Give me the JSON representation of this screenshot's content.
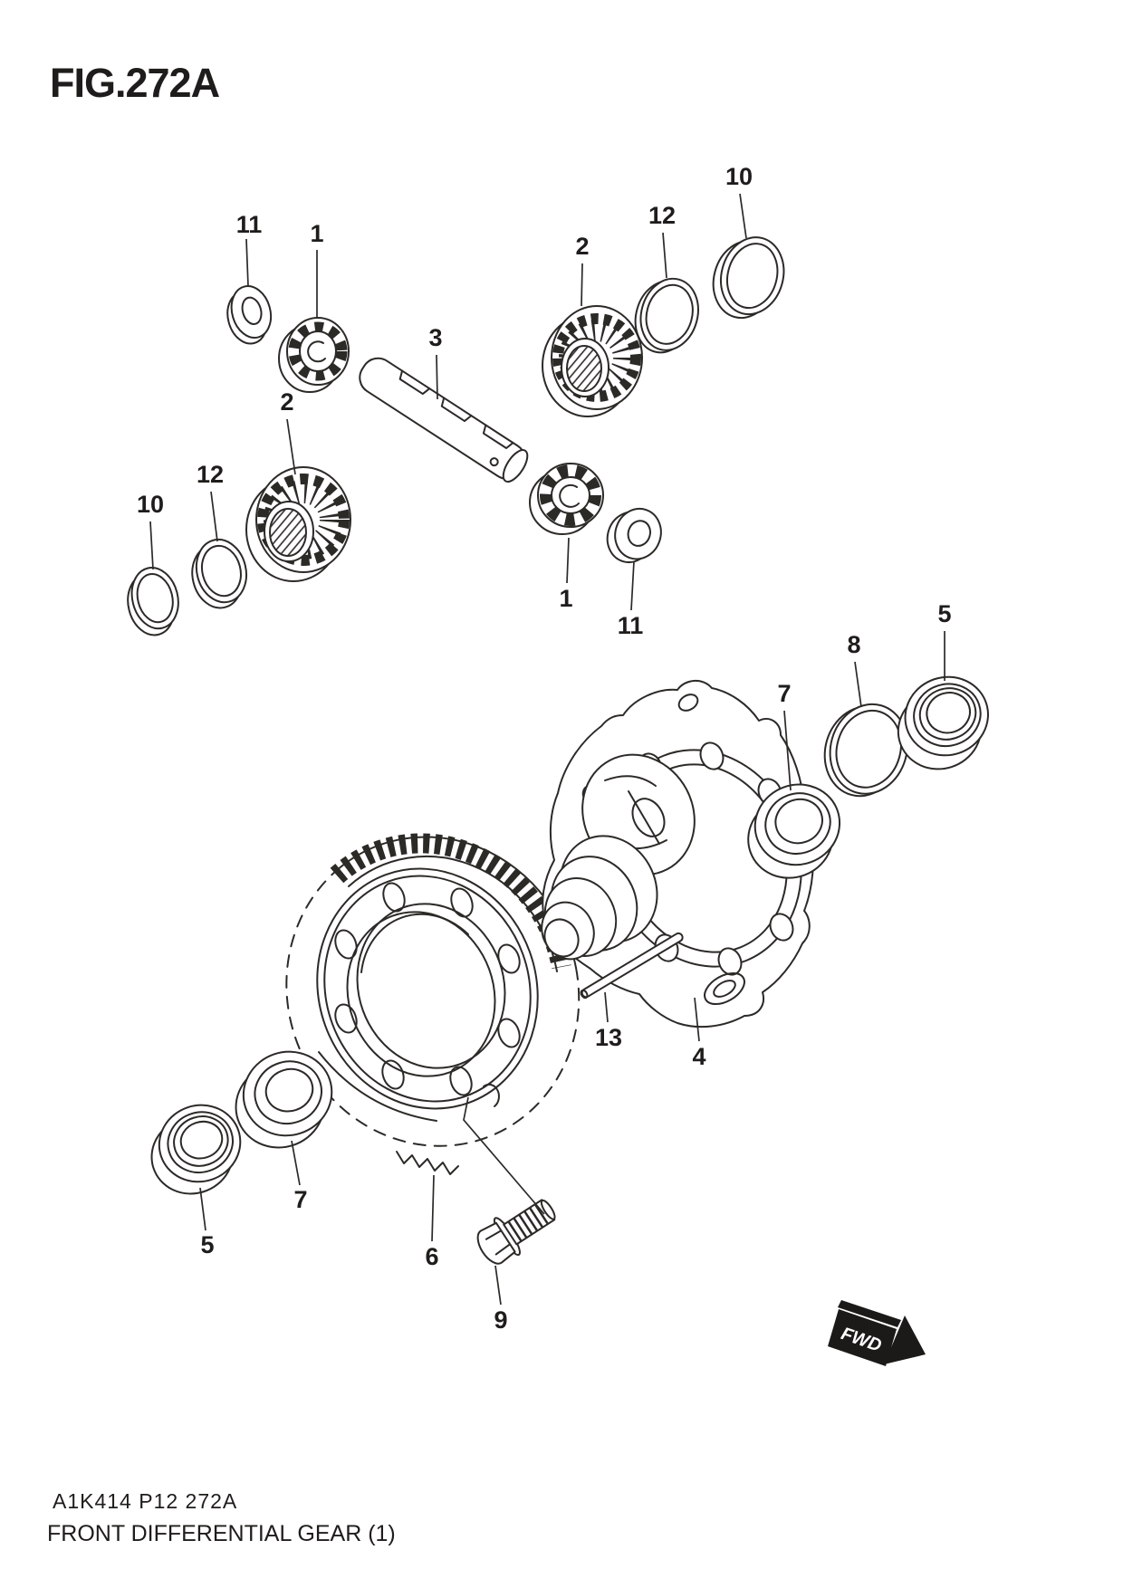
{
  "title": "FIG.272A",
  "footer": {
    "code": "A1K414 P12 272A",
    "caption": "FRONT DIFFERENTIAL GEAR (1)"
  },
  "direction_marker": "FWD",
  "line_color": "#2c2a27",
  "marker_color": "#1c1a18",
  "callouts": {
    "c11_top": "11",
    "c1_top": "1",
    "c3": "3",
    "c2_top": "2",
    "c12_top": "12",
    "c10_top": "10",
    "c2_left": "2",
    "c12_left": "12",
    "c10_left": "10",
    "c1_mid": "1",
    "c11_mid": "11",
    "c7_right": "7",
    "c8": "8",
    "c5_right": "5",
    "c4": "4",
    "c13": "13",
    "c6": "6",
    "c9": "9",
    "c7_left": "7",
    "c5_left": "5"
  }
}
